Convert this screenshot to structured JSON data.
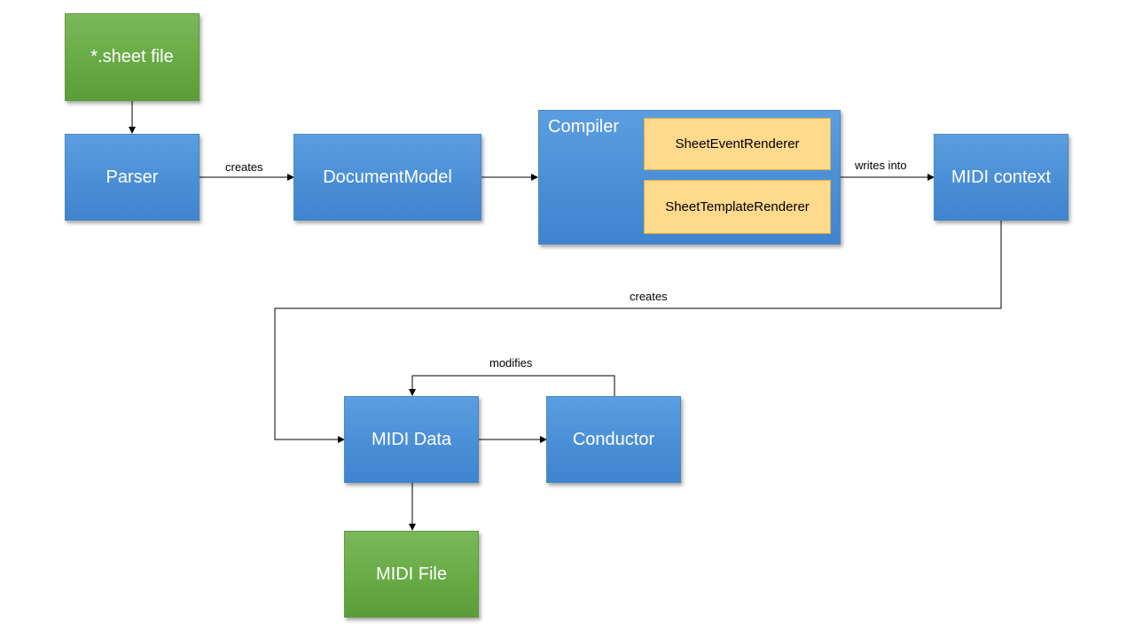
{
  "nodes": {
    "sheet_file": "*.sheet file",
    "parser": "Parser",
    "document_model": "DocumentModel",
    "compiler": "Compiler",
    "sheet_event_renderer": "SheetEventRenderer",
    "sheet_template_renderer": "SheetTemplateRenderer",
    "midi_context": "MIDI context",
    "midi_data": "MIDI Data",
    "conductor": "Conductor",
    "midi_file": "MIDI File"
  },
  "edges": {
    "parser_to_document_model": "creates",
    "compiler_to_midi_context": "writes into",
    "midi_context_to_midi_data": "creates",
    "conductor_to_midi_data": "modifies"
  },
  "colors": {
    "process_box": "#4a8fd6",
    "io_box": "#68ab45",
    "renderer_box": "#ffd98c",
    "connector": "#000000"
  }
}
